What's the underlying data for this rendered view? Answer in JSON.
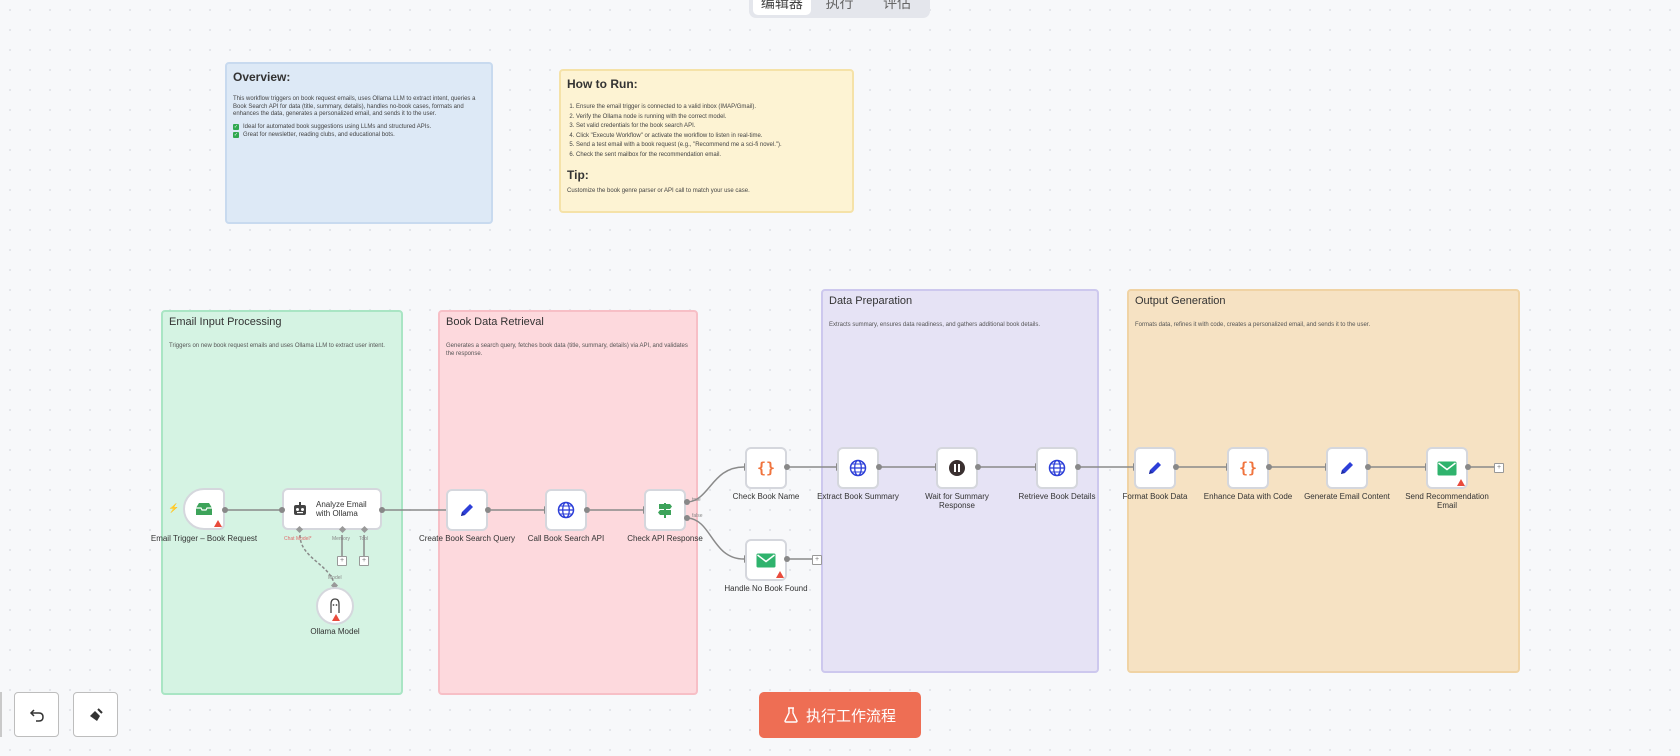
{
  "tabs": [
    "编辑器",
    "执行",
    "评估"
  ],
  "notes": {
    "overview": {
      "title": "Overview:",
      "body": "This workflow triggers on book request emails, uses Ollama LLM to extract intent, queries a Book Search API for data (title, summary, details), handles no-book cases, formats and enhances the data, generates a personalized email, and sends it to the user.",
      "bullets": [
        "Ideal for automated book suggestions using LLMs and structured APIs.",
        "Great for newsletter, reading clubs, and educational bots."
      ]
    },
    "howto": {
      "title": "How to Run:",
      "steps": [
        "Ensure the email trigger is connected to a valid inbox (IMAP/Gmail).",
        "Verify the Ollama node is running with the correct model.",
        "Set valid credentials for the book search API.",
        "Click \"Execute Workflow\" or activate the workflow to listen in real-time.",
        "Send a test email with a book request (e.g., \"Recommend me a sci-fi novel.\").",
        "Check the sent mailbox for the recommendation email."
      ],
      "tip_title": "Tip:",
      "tip": "Customize the book genre parser or API call to match your use case."
    }
  },
  "groups": {
    "email": {
      "title": "Email Input Processing",
      "desc": "Triggers on new book request emails and uses Ollama LLM to extract user intent."
    },
    "book": {
      "title": "Book Data Retrieval",
      "desc": "Generates a search query, fetches book data (title, summary, details) via API, and validates the response."
    },
    "prep": {
      "title": "Data Preparation",
      "desc": "Extracts summary, ensures data readiness, and gathers additional book details."
    },
    "output": {
      "title": "Output Generation",
      "desc": "Formats data, refines it with code, creates a personalized email, and sends it to the user."
    }
  },
  "nodes": {
    "email_trigger": "Email Trigger – Book Request",
    "analyze": "Analyze Email with Ollama",
    "ollama_model": "Ollama Model",
    "create_query": "Create Book Search Query",
    "call_api": "Call Book Search API",
    "check_api": "Check API Response",
    "check_name": "Check Book Name",
    "no_book": "Handle No Book Found",
    "extract_summary": "Extract Book Summary",
    "wait_summary": "Wait for Summary Response",
    "retrieve_details": "Retrieve Book Details",
    "format_data": "Format Book Data",
    "enhance_code": "Enhance Data with Code",
    "generate_email": "Generate Email Content",
    "send_email": "Send Recommendation Email"
  },
  "ports": {
    "chat_model": "Chat Model*",
    "memory": "Memory",
    "tool": "Tool",
    "model": "Model",
    "true": "true",
    "false": "false"
  },
  "run_button": "执行工作流程",
  "colors": {
    "overview_bg": "#dde9f6",
    "overview_border": "#c8daef",
    "howto_bg": "#fdf3d3",
    "howto_border": "#f5e2a8",
    "email_bg": "#d5f3e3",
    "email_border": "#a9e5c4",
    "book_bg": "#fdd9dd",
    "book_border": "#f7bfc6",
    "prep_bg": "#e6e3f5",
    "prep_border": "#cdc8ee",
    "output_bg": "#f6e2c3",
    "output_border": "#f0d3a4",
    "run_button": "#ee6e54"
  },
  "icons": [
    "mailbox-icon",
    "robot-icon",
    "llama-icon",
    "pencil-icon",
    "globe-icon",
    "signpost-icon",
    "braces-icon",
    "envelope-icon",
    "pause-icon",
    "undo-icon",
    "broom-icon",
    "flask-icon"
  ]
}
